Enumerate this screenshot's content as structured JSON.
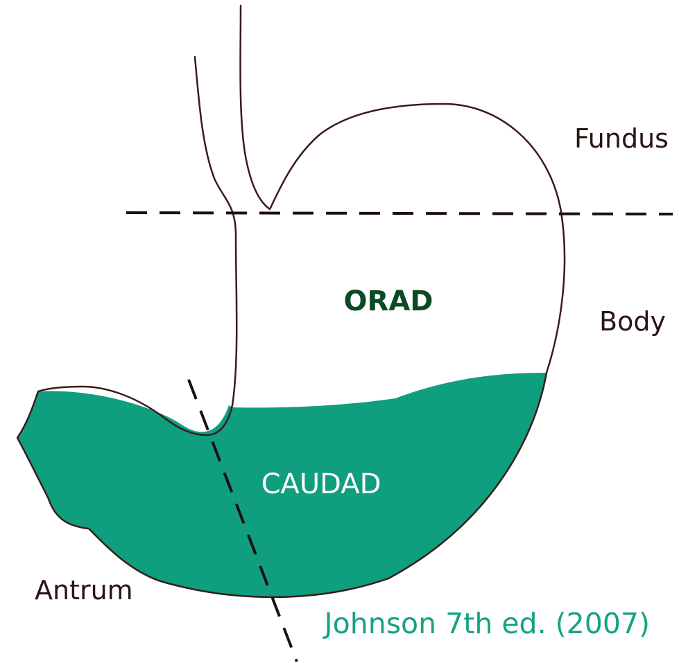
{
  "labels": {
    "fundus": "Fundus",
    "body": "Body",
    "antrum": "Antrum",
    "orad": "ORAD",
    "caudad": "CAUDAD",
    "citation": "Johnson 7th ed. (2007)"
  },
  "colors": {
    "caudad_fill": "#0f9e7e",
    "orad_text": "#0b4a24",
    "caudad_text": "#ffffff",
    "citation_text": "#15a384",
    "outline": "#3a1a1a",
    "dashed_line": "#1e0f0f"
  }
}
